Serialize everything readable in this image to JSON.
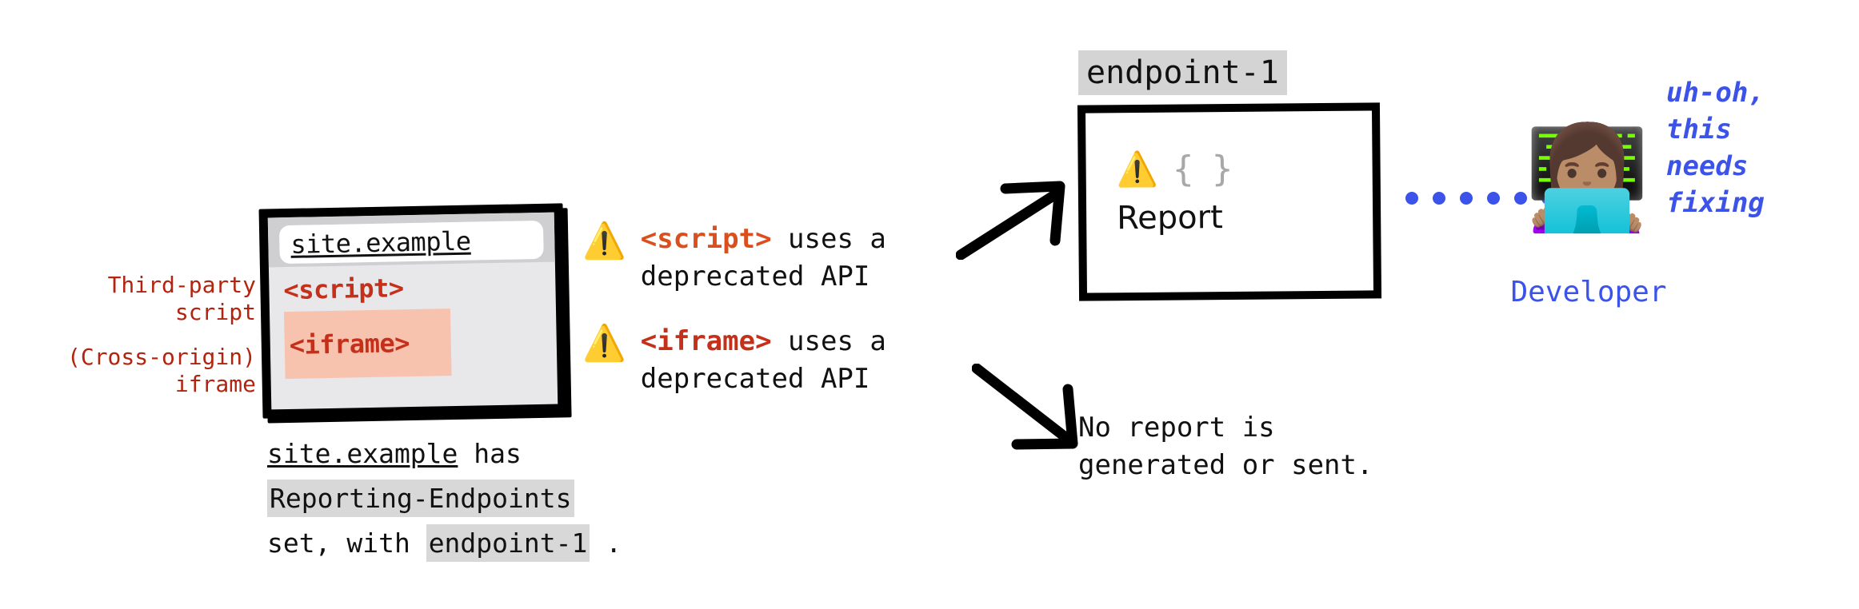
{
  "diagram": {
    "title": "Reporting endpoints with third-party script and cross-origin iframe",
    "colors": {
      "red_label": "#B32410",
      "tag_script": "#D9501E",
      "tag_iframe": "#C5301A",
      "iframe_highlight": "#F8C3AE",
      "code_chip": "#d8d8d8",
      "developer_blue": "#3B53E8",
      "warning_yellow": "#F5C518"
    }
  },
  "annotations": {
    "third_party_script": [
      "Third-party",
      "script"
    ],
    "cross_origin_iframe": [
      "(Cross-origin)",
      "iframe"
    ]
  },
  "browser": {
    "address": "site.example",
    "script_tag": "<script>",
    "iframe_tag": "<iframe>"
  },
  "site_caption": {
    "line1_site": "site.example",
    "line1_rest": " has",
    "line2_code": "Reporting-Endpoints",
    "line3_prefix": "set, with ",
    "line3_code": "endpoint-1",
    "line3_suffix": " ."
  },
  "warnings": [
    {
      "icon": "warning-triangle-icon",
      "glyph": "⚠️",
      "tag": "<script>",
      "line1_rest": " uses a",
      "line2": "deprecated API"
    },
    {
      "icon": "warning-triangle-icon",
      "glyph": "⚠️",
      "tag": "<iframe>",
      "line1_rest": " uses a",
      "line2": "deprecated API"
    }
  ],
  "report": {
    "endpoint_label": "endpoint-1",
    "warning_glyph": "⚠️",
    "braces": "{ }",
    "title": "Report"
  },
  "no_report": {
    "line1": "No report is",
    "line2": "generated or sent."
  },
  "connector": {
    "dot_count": 6,
    "color": "#3B53E8"
  },
  "developer": {
    "emoji": "👩🏽‍💻",
    "label": "Developer",
    "thought": [
      "uh-oh,",
      "this",
      "needs",
      "fixing"
    ]
  }
}
